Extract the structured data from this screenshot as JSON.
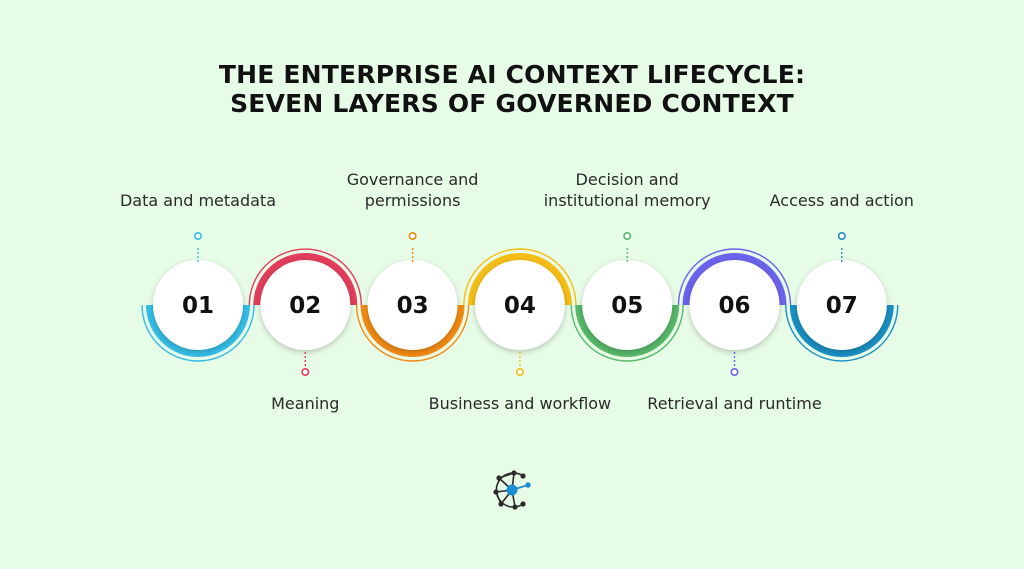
{
  "title": {
    "line1": "THE ENTERPRISE AI CONTEXT LIFECYCLE:",
    "line2": "SEVEN LAYERS OF GOVERNED CONTEXT"
  },
  "steps": [
    {
      "number": "01",
      "label_lines": [
        "Data and metadata"
      ],
      "label_pos": "top",
      "color": "#35bde6",
      "arc": "bottom"
    },
    {
      "number": "02",
      "label_lines": [
        "Meaning"
      ],
      "label_pos": "bottom",
      "color": "#e23d5a",
      "arc": "top"
    },
    {
      "number": "03",
      "label_lines": [
        "Governance and",
        "permissions"
      ],
      "label_pos": "top",
      "color": "#f28a12",
      "arc": "bottom"
    },
    {
      "number": "04",
      "label_lines": [
        "Business and workflow"
      ],
      "label_pos": "bottom",
      "color": "#f5bd16",
      "arc": "top"
    },
    {
      "number": "05",
      "label_lines": [
        "Decision and",
        "institutional memory"
      ],
      "label_pos": "top",
      "color": "#57b86a",
      "arc": "bottom"
    },
    {
      "number": "06",
      "label_lines": [
        "Retrieval and runtime"
      ],
      "label_pos": "bottom",
      "color": "#6c63ec",
      "arc": "top"
    },
    {
      "number": "07",
      "label_lines": [
        "Access and action"
      ],
      "label_pos": "top",
      "color": "#1a8fc2",
      "arc": "bottom"
    }
  ],
  "logo": {
    "icon": "network-c-logo-icon",
    "color": "#2a2a2a",
    "accent": "#1a8fd6"
  }
}
